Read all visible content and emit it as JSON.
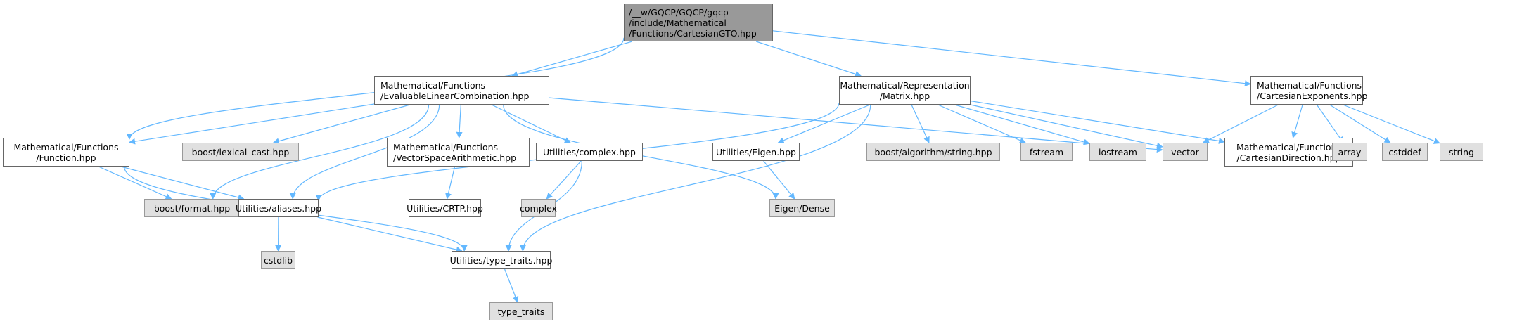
{
  "graph": {
    "title": "Include dependency graph for CartesianGTO.hpp",
    "edge_color": "#63b8ff",
    "colors": {
      "root_fill": "#999999",
      "node_fill": "#ffffff",
      "external_fill": "#e0e0e0",
      "node_border": "#666666",
      "external_border": "#999999"
    },
    "nodes": {
      "root": {
        "label": "/__w/GQCP/GQCP/gqcp\n/include/Mathematical\n/Functions/CartesianGTO.hpp",
        "kind": "root"
      },
      "function": {
        "label": "Mathematical/Functions\n/Function.hpp",
        "kind": "internal"
      },
      "elc": {
        "label": "Mathematical/Functions\n/EvaluableLinearCombination.hpp",
        "kind": "internal"
      },
      "matrix": {
        "label": "Mathematical/Representation\n/Matrix.hpp",
        "kind": "internal"
      },
      "cexp": {
        "label": "Mathematical/Functions\n/CartesianExponents.hpp",
        "kind": "internal"
      },
      "lexical": {
        "label": "boost/lexical_cast.hpp",
        "kind": "external"
      },
      "vsa": {
        "label": "Mathematical/Functions\n/VectorSpaceArithmetic.hpp",
        "kind": "internal"
      },
      "ucomplex": {
        "label": "Utilities/complex.hpp",
        "kind": "internal"
      },
      "ueigen": {
        "label": "Utilities/Eigen.hpp",
        "kind": "internal"
      },
      "balgo": {
        "label": "boost/algorithm/string.hpp",
        "kind": "external"
      },
      "fstream": {
        "label": "fstream",
        "kind": "external"
      },
      "iostream": {
        "label": "iostream",
        "kind": "external"
      },
      "vector": {
        "label": "vector",
        "kind": "external"
      },
      "cdir": {
        "label": "Mathematical/Functions\n/CartesianDirection.hpp",
        "kind": "internal"
      },
      "array": {
        "label": "array",
        "kind": "external"
      },
      "cstddef": {
        "label": "cstddef",
        "kind": "external"
      },
      "string": {
        "label": "string",
        "kind": "external"
      },
      "bformat": {
        "label": "boost/format.hpp",
        "kind": "external"
      },
      "aliases": {
        "label": "Utilities/aliases.hpp",
        "kind": "internal"
      },
      "crtp": {
        "label": "Utilities/CRTP.hpp",
        "kind": "internal"
      },
      "complex": {
        "label": "complex",
        "kind": "external"
      },
      "edense": {
        "label": "Eigen/Dense",
        "kind": "external"
      },
      "cstdlib": {
        "label": "cstdlib",
        "kind": "external"
      },
      "utt": {
        "label": "Utilities/type_traits.hpp",
        "kind": "internal"
      },
      "tt": {
        "label": "type_traits",
        "kind": "external"
      }
    },
    "edges": [
      [
        "root",
        "function"
      ],
      [
        "root",
        "elc"
      ],
      [
        "root",
        "matrix"
      ],
      [
        "root",
        "cexp"
      ],
      [
        "elc",
        "function"
      ],
      [
        "elc",
        "lexical"
      ],
      [
        "elc",
        "bformat"
      ],
      [
        "elc",
        "aliases"
      ],
      [
        "elc",
        "vsa"
      ],
      [
        "elc",
        "ucomplex"
      ],
      [
        "elc",
        "edense"
      ],
      [
        "elc",
        "vector"
      ],
      [
        "function",
        "bformat"
      ],
      [
        "function",
        "aliases"
      ],
      [
        "function",
        "utt"
      ],
      [
        "matrix",
        "aliases"
      ],
      [
        "matrix",
        "utt"
      ],
      [
        "matrix",
        "ueigen"
      ],
      [
        "matrix",
        "balgo"
      ],
      [
        "matrix",
        "fstream"
      ],
      [
        "matrix",
        "iostream"
      ],
      [
        "matrix",
        "vector"
      ],
      [
        "matrix",
        "cdir"
      ],
      [
        "cexp",
        "vector"
      ],
      [
        "cexp",
        "cdir"
      ],
      [
        "cexp",
        "array"
      ],
      [
        "cexp",
        "cstddef"
      ],
      [
        "cexp",
        "string"
      ],
      [
        "vsa",
        "crtp"
      ],
      [
        "ucomplex",
        "complex"
      ],
      [
        "ucomplex",
        "utt"
      ],
      [
        "ueigen",
        "edense"
      ],
      [
        "aliases",
        "cstdlib"
      ],
      [
        "aliases",
        "utt"
      ],
      [
        "utt",
        "tt"
      ]
    ]
  }
}
